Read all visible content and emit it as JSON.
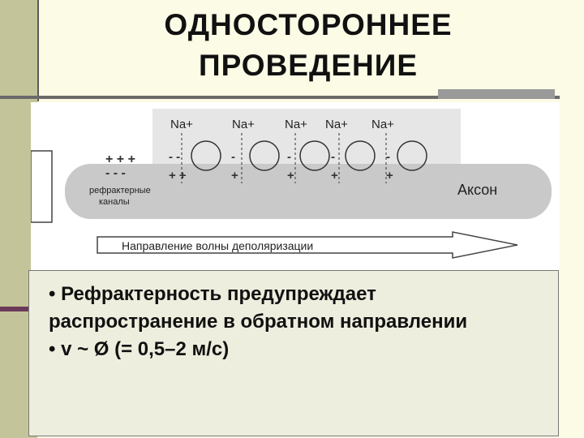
{
  "slide": {
    "title_line1": "ОДНОСТОРОННЕЕ",
    "title_line2": "ПРОВЕДЕНИЕ"
  },
  "figure": {
    "na_labels": [
      "Na+",
      "Na+",
      "Na+",
      "Na+",
      "Na+"
    ],
    "top_charges": "+ + +",
    "bottom_charges": "- - -",
    "refractory_label_line1": "рефрактерные",
    "refractory_label_line2": "каналы",
    "axon_label": "Аксон",
    "arrow_label": "Направление волны деполяризации"
  },
  "bullets": {
    "item1": "• Рефрактерность предупреждает распространение в обратном направлении",
    "item2": "• v ~ Ø (= 0,5–2 м/с)"
  },
  "colors": {
    "left_bar": "#c4c49a",
    "axon": "#c9c9c9",
    "text_box": "#eeeede"
  }
}
